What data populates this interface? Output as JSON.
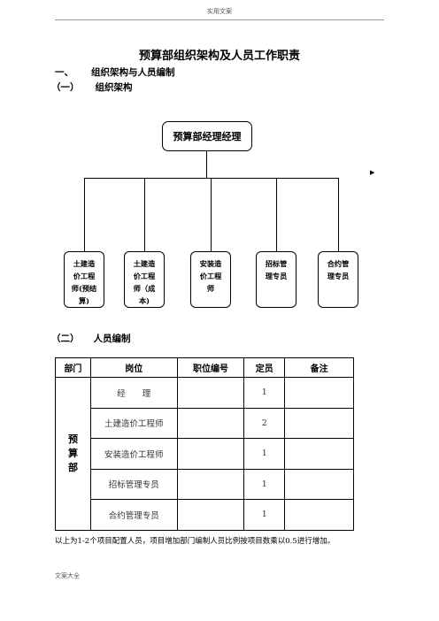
{
  "header": {
    "text": "实用文案"
  },
  "footer": {
    "text": "文案大全"
  },
  "title": "预算部组织架构及人员工作职责",
  "section1": {
    "num": "一、",
    "text": "组织架构与人员编制"
  },
  "section1_1": {
    "num": "（一）",
    "text": "组织架构"
  },
  "section1_2": {
    "num": "（二）",
    "text": "人员编制"
  },
  "org": {
    "top": "预算部经理经理",
    "subs": [
      {
        "lines": [
          "土建造",
          "价工程",
          "师(预结",
          "算)"
        ]
      },
      {
        "lines": [
          "土建造",
          "价工程",
          "师（成",
          "本)"
        ]
      },
      {
        "lines": [
          "安装造",
          "价工程",
          "师"
        ]
      },
      {
        "lines": [
          "招标管",
          "理专员"
        ]
      },
      {
        "lines": [
          "合约管",
          "理专员"
        ]
      }
    ],
    "arrow_glyph": "▶"
  },
  "table": {
    "headers": [
      "部门",
      "岗位",
      "职位编号",
      "定员",
      "备注"
    ],
    "dept": [
      "预",
      "算",
      "部"
    ],
    "rows": [
      {
        "post": "经　　理",
        "code": "",
        "count": "1",
        "note": ""
      },
      {
        "post": "土建造价工程师",
        "code": "",
        "count": "2",
        "note": ""
      },
      {
        "post": "安装造价工程师",
        "code": "",
        "count": "1",
        "note": ""
      },
      {
        "post": "招标管理专员",
        "code": "",
        "count": "1",
        "note": ""
      },
      {
        "post": "合约管理专员",
        "code": "",
        "count": "1",
        "note": ""
      }
    ]
  },
  "note": "以上为1-2个项目配置人员，项目增加部门编制人员比例按项目数乘以0.5进行增加。"
}
